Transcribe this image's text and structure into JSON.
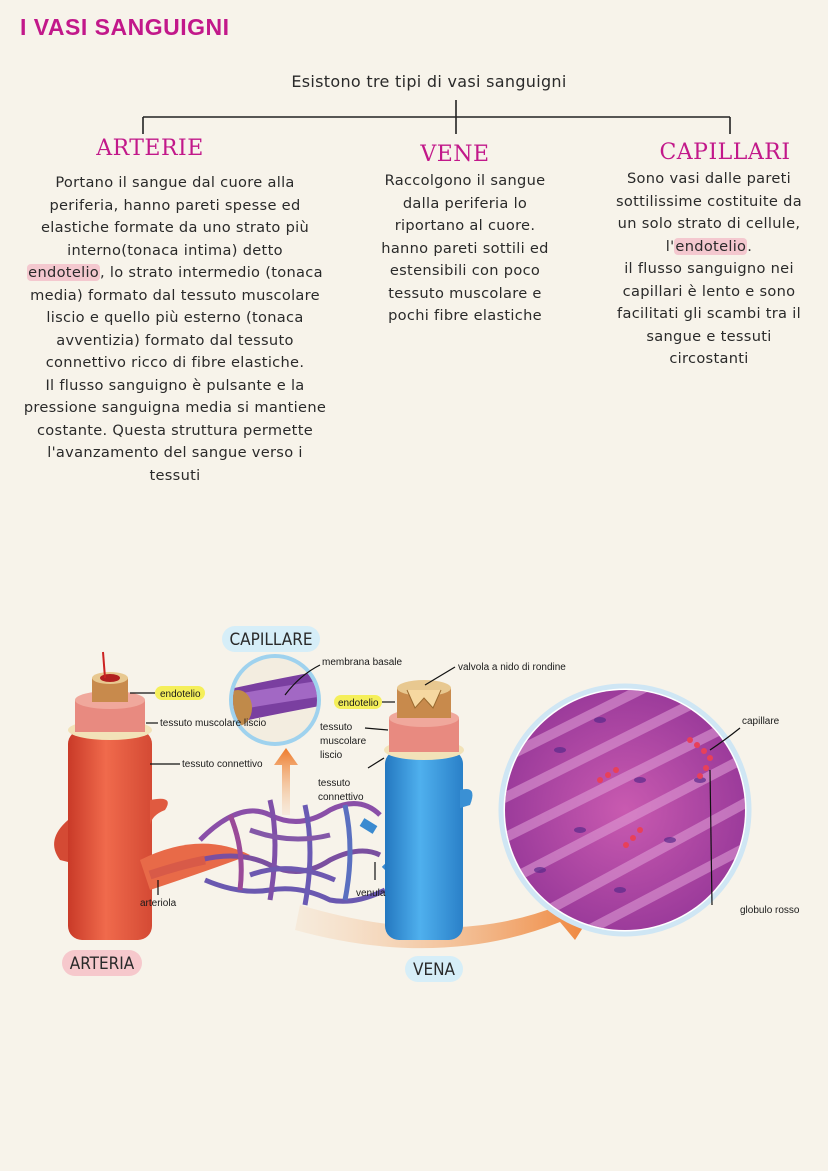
{
  "page_title": "I VASI SANGUIGNI",
  "intro": "Esistono tre tipi di vasi sanguigni",
  "columns": {
    "arterie": {
      "title": "ARTERIE",
      "lines": [
        "Portano il sangue dal cuore alla",
        "periferia, hanno pareti spesse ed",
        "elastiche formate da uno strato più",
        "interno(tonaca intima) detto",
        "endotelio",
        ", lo strato intermedio (tonaca",
        "media) formato dal tessuto muscolare",
        "liscio e quello più esterno (tonaca",
        "avventizia) formato dal tessuto",
        "connettivo ricco di fibre elastiche.",
        "Il flusso sanguigno è pulsante e la",
        "pressione sanguigna media si mantiene",
        "costante. Questa struttura permette",
        "l'avanzamento del sangue verso i",
        "tessuti"
      ]
    },
    "vene": {
      "title": "VENE",
      "lines": [
        "Raccolgono il sangue",
        "dalla periferia lo",
        "riportano al cuore.",
        "hanno pareti sottili ed",
        "estensibili con poco",
        "tessuto muscolare e",
        "pochi fibre elastiche"
      ]
    },
    "capillari": {
      "title": "CAPILLARI",
      "lines": [
        "Sono vasi dalle pareti",
        "sottilissime costituite da",
        "un solo strato di cellule,",
        "l'",
        "endotelio",
        ".",
        "il flusso sanguigno nei",
        "capillari è lento e sono",
        "facilitati gli scambi tra il",
        "sangue e tessuti",
        "circostanti"
      ]
    }
  },
  "diagram": {
    "label_capillare_title": "CAPILLARE",
    "label_arteria": "ARTERIA",
    "label_vena": "VENA",
    "label_endotelio_a": "endotelio",
    "label_muscolare_a": "tessuto muscolare liscio",
    "label_connettivo_a": "tessuto connettivo",
    "label_arteriola": "arteriola",
    "label_membrana": "membrana basale",
    "label_valvola": "valvola a nido di rondine",
    "label_endotelio_v": "endotelio",
    "label_muscolare_v_1": "tessuto",
    "label_muscolare_v_2": "muscolare",
    "label_muscolare_v_3": "liscio",
    "label_connettivo_v_1": "tessuto",
    "label_connettivo_v_2": "connettivo",
    "label_venula": "venula",
    "label_capillare_micro": "capillare",
    "label_globulo": "globulo rosso",
    "colors": {
      "artery": "#e8503a",
      "vein": "#2f8fd6",
      "capillary_net": "#7a4fa0",
      "accent": "#c2188a",
      "highlight_yellow": "#f5ef5a"
    }
  }
}
